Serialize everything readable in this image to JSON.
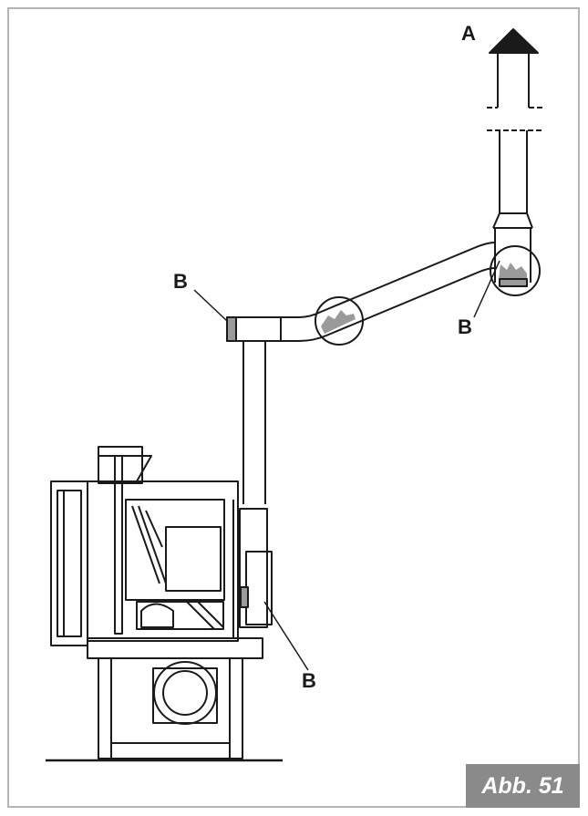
{
  "labels": {
    "outlet": "A",
    "point_top_left": "B",
    "point_right": "B",
    "point_bottom": "B"
  },
  "caption": "Abb. 51",
  "colors": {
    "line": "#1a1a1a",
    "deposit": "#9a9a9a",
    "caption_bg": "#8a8a8a",
    "caption_text": "#ffffff"
  }
}
